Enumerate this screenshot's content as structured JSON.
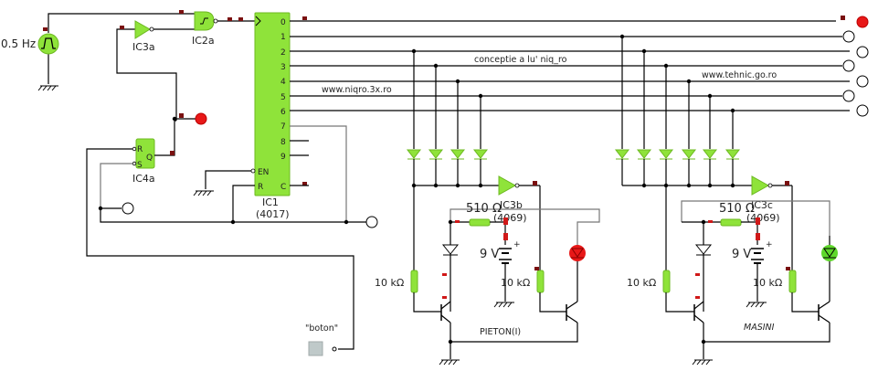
{
  "title": "4017 traffic light sequencer schematic",
  "clock": {
    "label": "0.5 Hz",
    "name": "clock-source"
  },
  "gates": {
    "ic3a": "IC3a",
    "ic2a": "IC2a",
    "ic4a": "IC4a",
    "ic4a_pins": {
      "r": "R",
      "s": "S",
      "q": "Q"
    },
    "ic3b": "IC3b",
    "ic3b_part": "(4069)",
    "ic3c": "IC3c",
    "ic3c_part": "(4069)"
  },
  "counter": {
    "name": "IC1",
    "part": "(4017)",
    "outputs": [
      "0",
      "1",
      "2",
      "3",
      "4",
      "5",
      "6",
      "7",
      "8",
      "9"
    ],
    "en": "EN",
    "r": "R",
    "c": "C"
  },
  "annotations": {
    "concept": "conceptie a lu' niq_ro",
    "site1": "www.niqro.3x.ro",
    "site2": "www.tehnic.go.ro"
  },
  "pedestrian_stage": {
    "title": "PIETON(I)",
    "r_base": "10 kΩ",
    "r_led": "510 Ω",
    "battery": "9 V",
    "r_base2": "10 kΩ",
    "led_color": "#e81818"
  },
  "cars_stage": {
    "title": "MASINI",
    "r_base": "10 kΩ",
    "r_led": "510 Ω",
    "battery": "9 V",
    "r_base2": "10 kΩ",
    "led_color": "#5ed82a"
  },
  "button": {
    "label": "\"boton\""
  },
  "output_indicators": [
    {
      "output": "0",
      "state": "on",
      "color": "#e81818"
    },
    {
      "output": "1",
      "state": "off"
    },
    {
      "output": "2",
      "state": "off"
    },
    {
      "output": "3",
      "state": "off"
    },
    {
      "output": "4",
      "state": "off"
    },
    {
      "output": "5",
      "state": "off"
    },
    {
      "output": "6",
      "state": "off"
    }
  ],
  "latch_indicator": {
    "state": "on",
    "color": "#e81818"
  }
}
